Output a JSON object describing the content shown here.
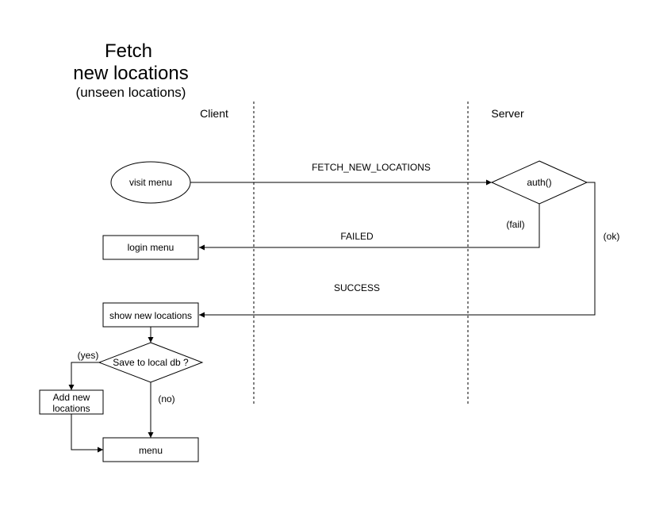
{
  "title": {
    "line1": "Fetch",
    "line2": "new locations",
    "line3": "(unseen locations)"
  },
  "lanes": {
    "client": "Client",
    "server": "Server"
  },
  "nodes": {
    "visit_menu": "visit menu",
    "auth": "auth()",
    "login_menu": "login menu",
    "show_new_locations": "show new locations",
    "save_decision": "Save to local db ?",
    "add_new_locations_line1": "Add new",
    "add_new_locations_line2": "locations",
    "menu": "menu"
  },
  "edges": {
    "fetch": "FETCH_NEW_LOCATIONS",
    "failed": "FAILED",
    "success": "SUCCESS",
    "fail": "(fail)",
    "ok": "(ok)",
    "yes": "(yes)",
    "no": "(no)"
  }
}
